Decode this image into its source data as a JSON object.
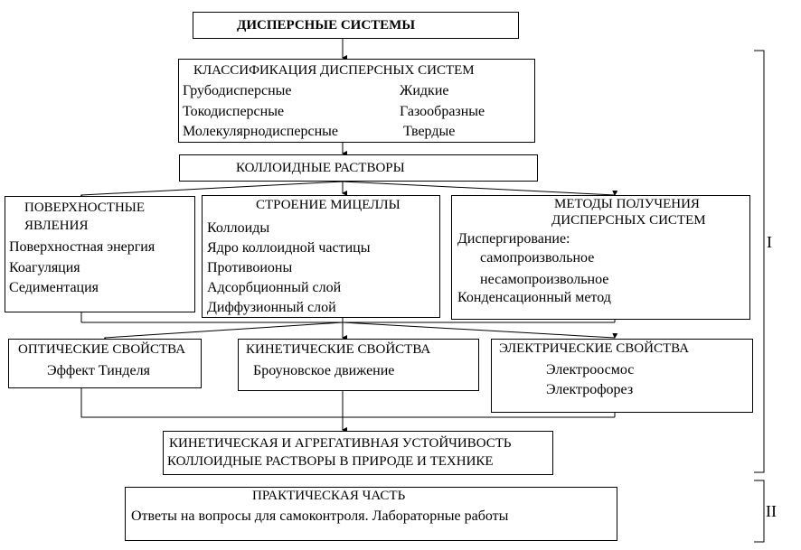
{
  "title": "ДИСПЕРСНЫЕ СИСТЕМЫ",
  "classification": {
    "heading": "КЛАССИФИКАЦИЯ ДИСПЕРСНЫХ СИСТЕМ",
    "left": [
      "Грубодисперсные",
      "Токодисперсные",
      "Молекулярнодисперсные"
    ],
    "right": [
      "Жидкие",
      "Газообразные",
      "Твердые"
    ]
  },
  "colloid_solutions": "КОЛЛОИДНЫЕ РАСТВОРЫ",
  "surface": {
    "heading_line1": "ПОВЕРХНОСТНЫЕ",
    "heading_line2": "ЯВЛЕНИЯ",
    "items": [
      "Поверхностная энергия",
      "Коагуляция",
      "Седиментация"
    ]
  },
  "micelle": {
    "heading": "СТРОЕНИЕ МИЦЕЛЛЫ",
    "items": [
      "Коллоиды",
      "Ядро коллоидной частицы",
      "Противоионы",
      "Адсорбционный слой",
      "Диффузионный слой"
    ]
  },
  "methods": {
    "heading_line1": "МЕТОДЫ ПОЛУЧЕНИЯ",
    "heading_line2": "ДИСПЕРСНЫХ СИСТЕМ",
    "items": [
      "Диспергирование:",
      "самопроизвольное",
      "несамопроизвольное",
      "Конденсационный метод"
    ]
  },
  "optical": {
    "heading": "ОПТИЧЕСКИЕ СВОЙСТВА",
    "items": [
      "Эффект Тинделя"
    ]
  },
  "kinetic": {
    "heading": "КИНЕТИЧЕСКИЕ СВОЙСТВА",
    "items": [
      "Броуновское движение"
    ]
  },
  "electric": {
    "heading": "ЭЛЕКТРИЧЕСКИЕ СВОЙСТВА",
    "items": [
      "Электроосмос",
      "Электрофорез"
    ]
  },
  "stability": {
    "line1": "КИНЕТИЧЕСКАЯ И АГРЕГАТИВНАЯ УСТОЙЧИВОСТЬ",
    "line2": "КОЛЛОИДНЫЕ РАСТВОРЫ В ПРИРОДЕ И ТЕХНИКЕ"
  },
  "practical": {
    "heading": "ПРАКТИЧЕСКАЯ ЧАСТЬ",
    "text": "Ответы на вопросы для самоконтроля. Лабораторные работы"
  },
  "section_labels": [
    "I",
    "II"
  ]
}
